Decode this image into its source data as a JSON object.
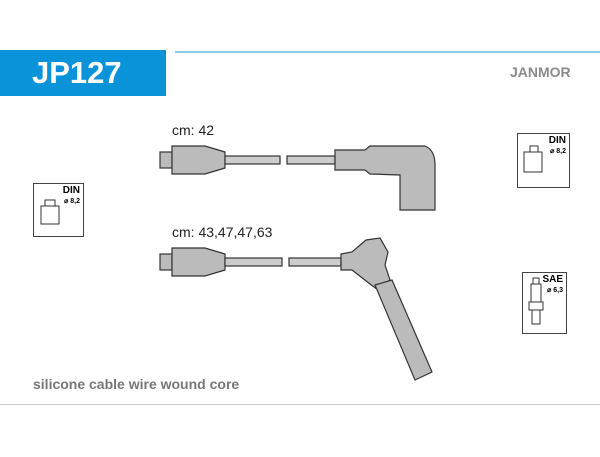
{
  "header": {
    "part_number": "JP127",
    "brand": "JANMOR"
  },
  "cables": [
    {
      "label": "cm: 42"
    },
    {
      "label": "cm: 43,47,47,63"
    }
  ],
  "badges": {
    "left": {
      "standard": "DIN",
      "diameter": "⌀ 8,2"
    },
    "right_top": {
      "standard": "DIN",
      "diameter": "⌀ 8,2"
    },
    "right_bottom": {
      "standard": "SAE",
      "diameter": "⌀ 6,3"
    }
  },
  "footer": {
    "description": "silicone cable wire wound core"
  }
}
